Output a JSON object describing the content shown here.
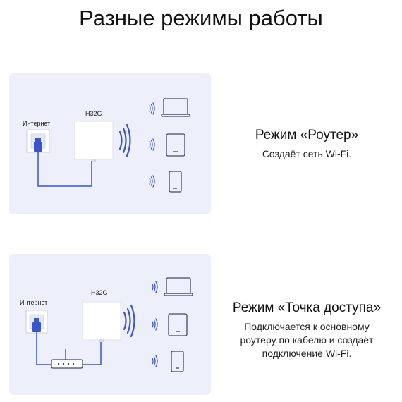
{
  "title": "Разные режимы работы",
  "modes": [
    {
      "internet_label": "Интернет",
      "device_label": "H32G",
      "mode_title": "Режим «Роутер»",
      "mode_desc": [
        "Создаёт сеть Wi-Fi."
      ]
    },
    {
      "internet_label": "Интернет",
      "device_label": "H32G",
      "mode_title": "Режим «Точка доступа»",
      "mode_desc": [
        "Подключается к основному",
        "роутеру по кабелю и создаёт",
        "подключение Wi-Fi."
      ]
    }
  ],
  "colors": {
    "accent": "#3a55c8",
    "panel_bg": "#edf0fa",
    "device_outline": "#3f4a66"
  },
  "icons": [
    "ethernet-socket-icon",
    "ethernet-plug-icon",
    "wifi-signal-icon",
    "laptop-icon",
    "tablet-icon",
    "phone-icon",
    "router-icon"
  ]
}
